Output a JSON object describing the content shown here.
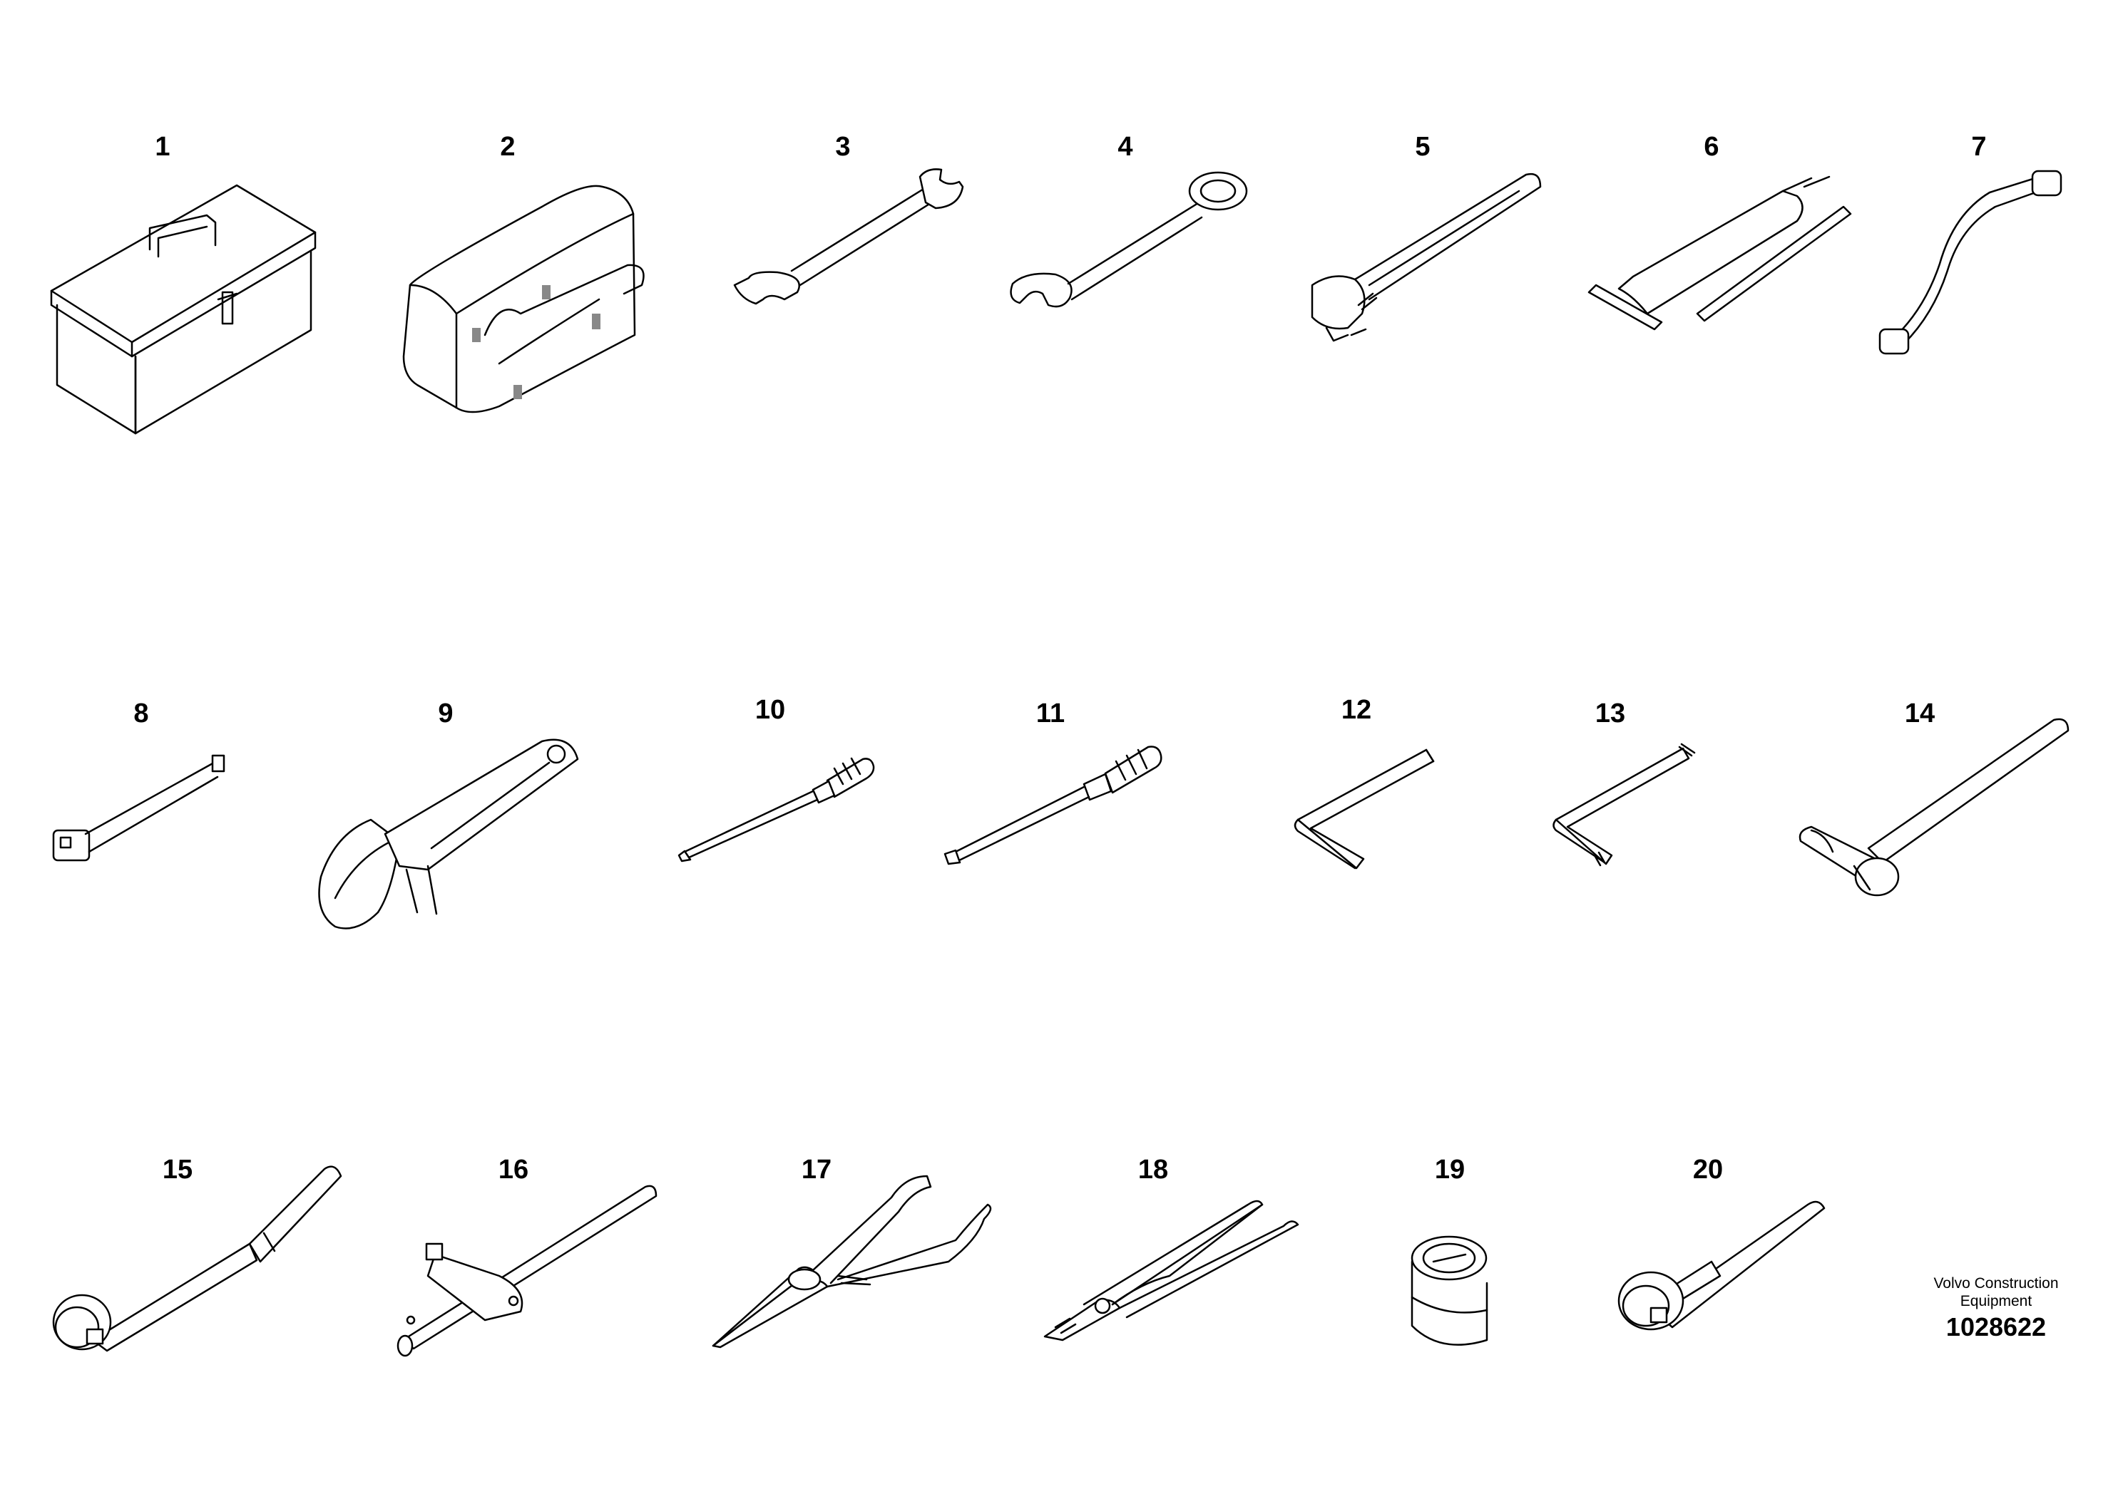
{
  "items": [
    {
      "id": "1",
      "icon": "toolbox-icon"
    },
    {
      "id": "2",
      "icon": "tool-bag-icon"
    },
    {
      "id": "3",
      "icon": "open-end-wrench-icon"
    },
    {
      "id": "4",
      "icon": "combination-wrench-icon"
    },
    {
      "id": "5",
      "icon": "adjustable-wrench-icon"
    },
    {
      "id": "6",
      "icon": "grease-gun-icon"
    },
    {
      "id": "7",
      "icon": "bent-socket-wrench-icon"
    },
    {
      "id": "8",
      "icon": "extension-bar-icon"
    },
    {
      "id": "9",
      "icon": "filter-wrench-icon"
    },
    {
      "id": "10",
      "icon": "phillips-screwdriver-icon"
    },
    {
      "id": "11",
      "icon": "flat-screwdriver-icon"
    },
    {
      "id": "12",
      "icon": "hex-key-icon"
    },
    {
      "id": "13",
      "icon": "torx-key-icon"
    },
    {
      "id": "14",
      "icon": "hammer-icon"
    },
    {
      "id": "15",
      "icon": "ratchet-handle-icon"
    },
    {
      "id": "16",
      "icon": "t-handle-icon"
    },
    {
      "id": "17",
      "icon": "long-nose-pliers-icon"
    },
    {
      "id": "18",
      "icon": "slip-joint-pliers-icon"
    },
    {
      "id": "19",
      "icon": "socket-icon"
    },
    {
      "id": "20",
      "icon": "ratchet-wrench-icon"
    }
  ],
  "footer": {
    "brand_line1": "Volvo Construction",
    "brand_line2": "Equipment",
    "reference": "1028622"
  },
  "colors": {
    "line": "#000000",
    "background": "#ffffff"
  }
}
